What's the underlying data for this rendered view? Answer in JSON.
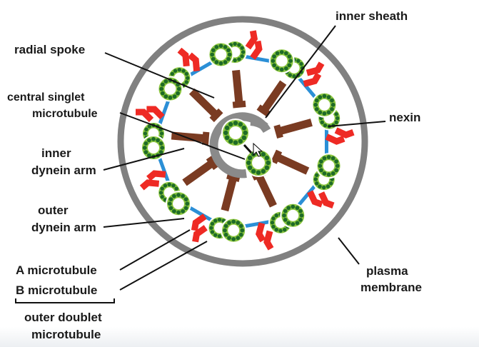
{
  "labels": {
    "inner_sheath": "inner sheath",
    "radial_spoke": "radial spoke",
    "central_singlet_line1": "central singlet",
    "central_singlet_line2": "microtubule",
    "nexin": "nexin",
    "inner_dynein_line1": "inner",
    "inner_dynein_line2": "dynein arm",
    "outer_dynein_line1": "outer",
    "outer_dynein_line2": "dynein arm",
    "a_microtubule": "A microtubule",
    "b_microtubule": "B microtubule",
    "outer_doublet_line1": "outer doublet",
    "outer_doublet_line2": "microtubule",
    "plasma_line1": "plasma",
    "plasma_line2": "membrane"
  },
  "colors": {
    "membrane": "#808080",
    "microtubule_fill": "#8cc63f",
    "microtubule_dots": "#1e6b27",
    "dynein_arm": "#ee2a24",
    "radial_spoke": "#7a3b22",
    "nexin": "#2b8fd6",
    "inner_sheath": "#8a8a8a"
  },
  "doublet_count": 9
}
